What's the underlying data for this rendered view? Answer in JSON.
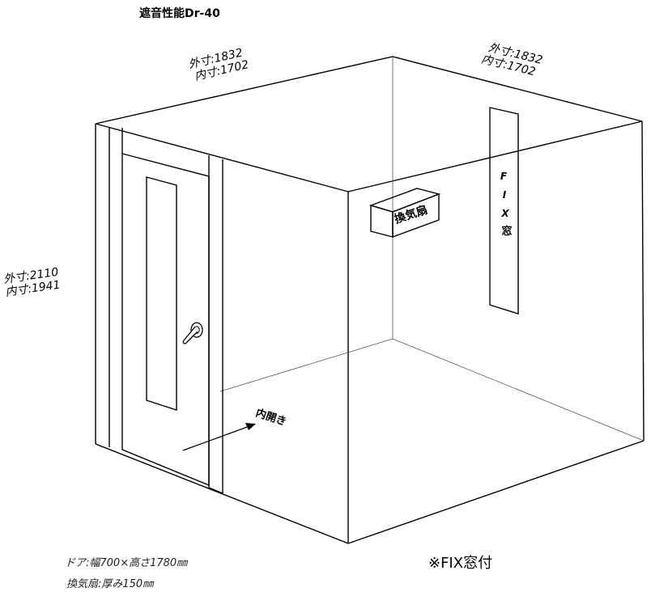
{
  "title": "遮音性能Dr-40",
  "dims": {
    "front_width": {
      "outer": "外寸:1832",
      "inner": "内寸:1702"
    },
    "side_depth": {
      "outer": "外寸:1832",
      "inner": "内寸:1702"
    },
    "height": {
      "outer": "外寸:2110",
      "inner": "内寸:1941"
    }
  },
  "labels": {
    "fan": "換気扇",
    "window_chars": [
      "F",
      "I",
      "X",
      "窓"
    ],
    "door_direction": "内開き"
  },
  "notes": {
    "door": "ドア:幅700×高さ1780㎜",
    "fan": "換気扇:厚み150㎜",
    "window": "※FIX窓付"
  }
}
